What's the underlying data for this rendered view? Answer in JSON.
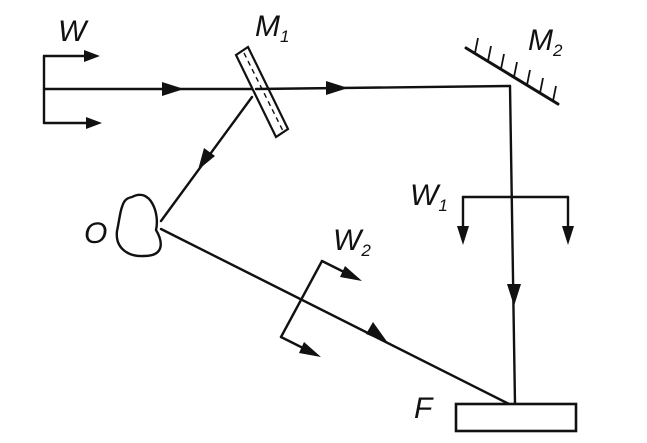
{
  "labels": {
    "wavefront_in": "W",
    "mirror1": "M",
    "mirror1_sub": "1",
    "mirror2": "M",
    "mirror2_sub": "2",
    "wave1": "W",
    "wave1_sub": "1",
    "wave2": "W",
    "wave2_sub": "2",
    "object": "O",
    "film": "F"
  }
}
